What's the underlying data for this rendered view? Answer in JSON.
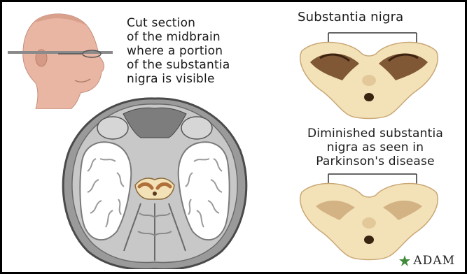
{
  "captions": {
    "cut_section": [
      "Cut section",
      "of the midbrain",
      "where a portion",
      "of the substantia",
      "nigra is visible"
    ],
    "substantia_nigra": "Substantia nigra",
    "diminished": [
      "Diminished substantia",
      "nigra as seen in",
      "Parkinson's disease"
    ]
  },
  "logo": {
    "text": "ADAM",
    "icon": "star-leaf-icon"
  },
  "colors": {
    "frame": "#000000",
    "midbrain_tissue": "#f3e2b8",
    "substantia_nigra": "#6b3f1e",
    "brain_gray": "#8d8d8d",
    "white_matter": "#ffffff",
    "skin": "#e8b6a3",
    "logo_green": "#3f8a3a"
  }
}
